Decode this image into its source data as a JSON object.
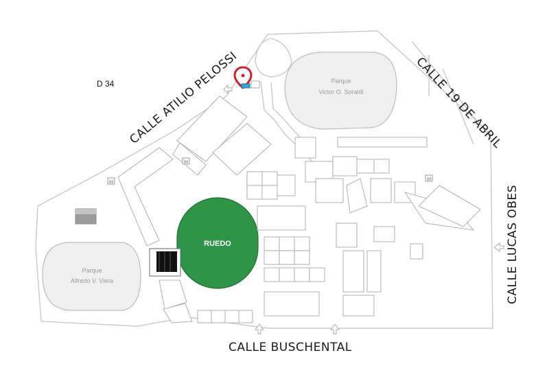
{
  "booth_label": "D 34",
  "ruedo_label": "RUEDO",
  "parks": {
    "victor": [
      "Parque",
      "Victor O. Soraldi"
    ],
    "alfredo": [
      "Parque",
      "Alfredo V. Viera"
    ]
  },
  "streets": {
    "atilio": "CALLE ATILIO PELOSSI",
    "abril": "CALLE 19 DE ABRIL",
    "lucas": "CALLE LUCAS OBES",
    "buschental": "CALLE BUSCHENTAL"
  },
  "colors": {
    "ruedo": "#2e9448",
    "pin": "#d11f2a",
    "marker": "#3aa0d8"
  },
  "icons": [
    "location-pin-icon",
    "entrance-arrow-icon",
    "restroom-icon"
  ]
}
